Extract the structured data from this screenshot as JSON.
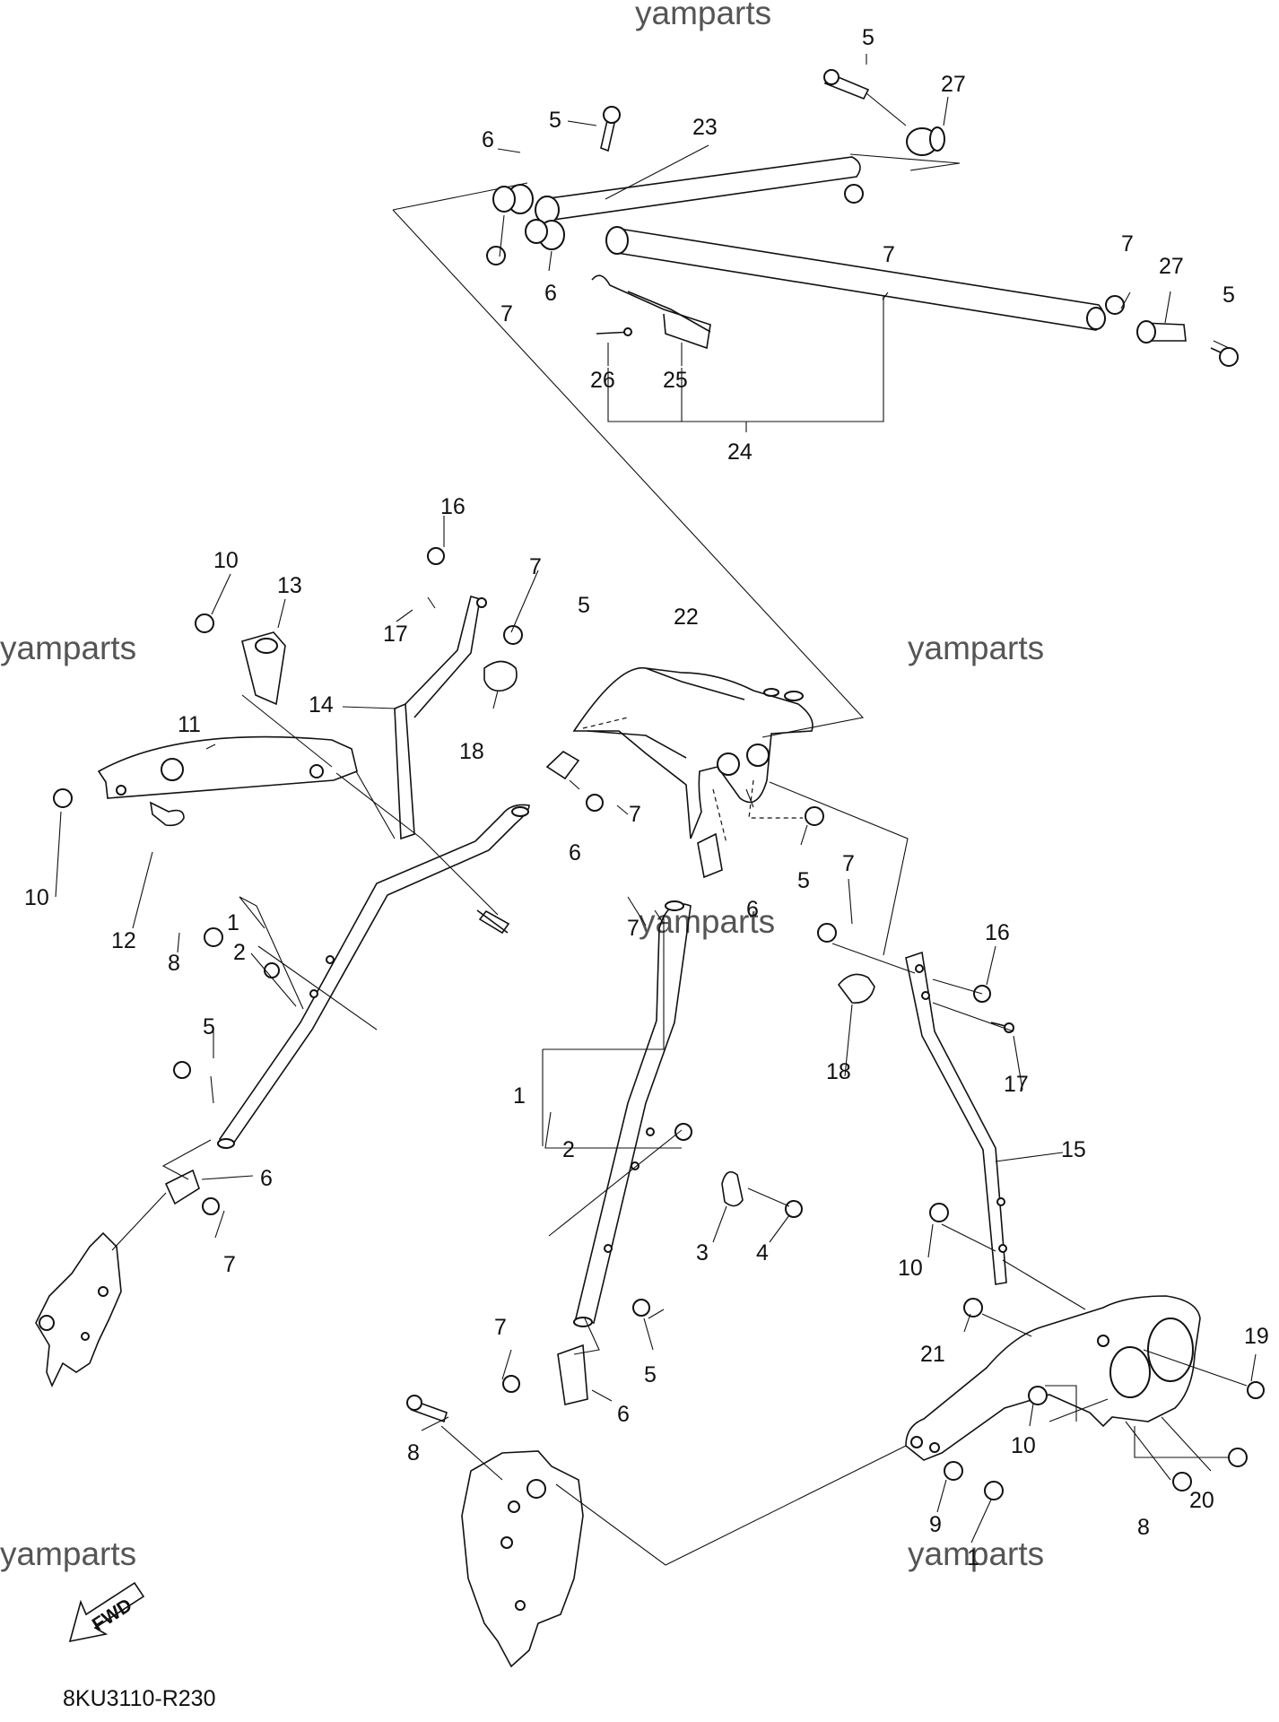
{
  "watermarks": [
    "yamparts",
    "yamparts",
    "yamparts",
    "yamparts",
    "yamparts",
    "yamparts"
  ],
  "callouts": [
    "5",
    "27",
    "5",
    "23",
    "6",
    "7",
    "7",
    "6",
    "7",
    "27",
    "5",
    "26",
    "25",
    "24",
    "16",
    "10",
    "13",
    "7",
    "17",
    "5",
    "22",
    "11",
    "14",
    "18",
    "7",
    "10",
    "1",
    "6",
    "7",
    "5",
    "6",
    "12",
    "8",
    "2",
    "7",
    "16",
    "18",
    "17",
    "5",
    "1",
    "2",
    "15",
    "6",
    "7",
    "3",
    "4",
    "10",
    "7",
    "5",
    "21",
    "19",
    "8",
    "6",
    "10",
    "9",
    "20",
    "8",
    "1"
  ],
  "fwd_label": "FWD",
  "diagram_code": "8KU3110-R230"
}
